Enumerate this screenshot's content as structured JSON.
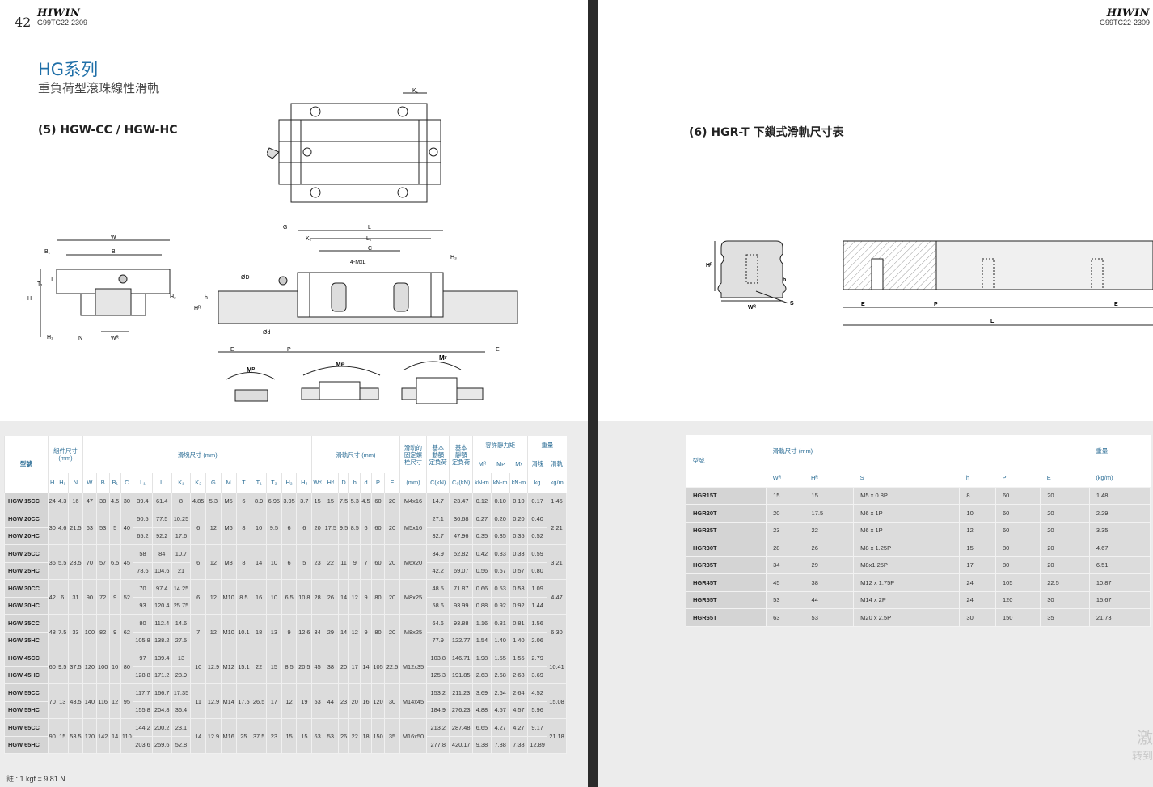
{
  "brand": "HIWIN",
  "doc_code": "G99TC22-2309",
  "left_page": {
    "page_number": "42",
    "series_title": "HG系列",
    "series_subtitle": "重負荷型滾珠線性滑軌",
    "section_title": "(5) HGW-CC / HGW-HC",
    "drawing_labels": {
      "k1": "K₁",
      "w": "W",
      "b": "B",
      "b1": "B₁",
      "t": "T",
      "t1": "T₁",
      "h": "H",
      "h1": "H₁",
      "h2": "H₂",
      "h3": "H₃",
      "n": "N",
      "wr": "Wᴿ",
      "g": "G",
      "l": "L",
      "l1": "L₁",
      "k2": "K₂",
      "c": "C",
      "mxl": "4-MxL",
      "od": "ØD",
      "hr": "Hᴿ",
      "h_small": "h",
      "odsmall": "Ød",
      "e": "E",
      "p": "P",
      "mr": "Mᴿ",
      "mp": "Mᴘ",
      "my": "Mʸ"
    },
    "table": {
      "model_header": "型號",
      "group_headers": {
        "assembly": "組件尺寸\n(mm)",
        "block": "滑塊尺寸 (mm)",
        "rail": "滑軌尺寸 (mm)",
        "bolt": "滑軌的\n固定螺\n栓尺寸",
        "dyn": "基本\n動額\n定負荷",
        "stat": "基本\n靜額\n定負荷",
        "moment": "容許靜力矩",
        "weight": "重量"
      },
      "moment_sub": [
        "Mᴿ",
        "Mᴘ",
        "Mʸ"
      ],
      "weight_sub": [
        "滑塊",
        "滑軌"
      ],
      "columns": [
        "H",
        "H₁",
        "N",
        "W",
        "B",
        "B₁",
        "C",
        "L₁",
        "L",
        "K₁",
        "K₂",
        "G",
        "M",
        "T",
        "T₁",
        "T₂",
        "H₂",
        "H₃",
        "Wᴿ",
        "Hᴿ",
        "D",
        "h",
        "d",
        "P",
        "E",
        "(mm)",
        "C(kN)",
        "C₀(kN)",
        "kN-m",
        "kN-m",
        "kN-m",
        "kg",
        "kg/m"
      ],
      "rows": [
        {
          "model": "HGW 15CC",
          "v": [
            "24",
            "4.3",
            "16",
            "47",
            "38",
            "4.5",
            "30",
            "39.4",
            "61.4",
            "8",
            "4.85",
            "5.3",
            "M5",
            "6",
            "8.9",
            "6.95",
            "3.95",
            "3.7",
            "15",
            "15",
            "7.5",
            "5.3",
            "4.5",
            "60",
            "20",
            "M4x16",
            "14.7",
            "23.47",
            "0.12",
            "0.10",
            "0.10",
            "0.17",
            "1.45"
          ]
        },
        {
          "model": "HGW 20CC",
          "v": [
            "30",
            "4.6",
            "21.5",
            "63",
            "53",
            "5",
            "40",
            "50.5",
            "77.5",
            "10.25",
            "6",
            "12",
            "M6",
            "8",
            "10",
            "9.5",
            "6",
            "6",
            "20",
            "17.5",
            "9.5",
            "8.5",
            "6",
            "60",
            "20",
            "M5x16",
            "27.1",
            "36.68",
            "0.27",
            "0.20",
            "0.20",
            "0.40",
            "2.21"
          ]
        },
        {
          "model": "HGW 20HC",
          "v": [
            "",
            "",
            "",
            "",
            "",
            "",
            "",
            "65.2",
            "92.2",
            "17.6",
            "",
            "",
            "",
            "",
            "",
            "",
            "",
            "",
            "",
            "",
            "",
            "",
            "",
            "",
            "",
            "",
            "32.7",
            "47.96",
            "0.35",
            "0.35",
            "0.35",
            "0.52",
            ""
          ]
        },
        {
          "model": "HGW 25CC",
          "v": [
            "36",
            "5.5",
            "23.5",
            "70",
            "57",
            "6.5",
            "45",
            "58",
            "84",
            "10.7",
            "6",
            "12",
            "M8",
            "8",
            "14",
            "10",
            "6",
            "5",
            "23",
            "22",
            "11",
            "9",
            "7",
            "60",
            "20",
            "M6x20",
            "34.9",
            "52.82",
            "0.42",
            "0.33",
            "0.33",
            "0.59",
            "3.21"
          ]
        },
        {
          "model": "HGW 25HC",
          "v": [
            "",
            "",
            "",
            "",
            "",
            "",
            "",
            "78.6",
            "104.6",
            "21",
            "",
            "",
            "",
            "",
            "",
            "",
            "",
            "",
            "",
            "",
            "",
            "",
            "",
            "",
            "",
            "",
            "42.2",
            "69.07",
            "0.56",
            "0.57",
            "0.57",
            "0.80",
            ""
          ]
        },
        {
          "model": "HGW 30CC",
          "v": [
            "42",
            "6",
            "31",
            "90",
            "72",
            "9",
            "52",
            "70",
            "97.4",
            "14.25",
            "6",
            "12",
            "M10",
            "8.5",
            "16",
            "10",
            "6.5",
            "10.8",
            "28",
            "26",
            "14",
            "12",
            "9",
            "80",
            "20",
            "M8x25",
            "48.5",
            "71.87",
            "0.66",
            "0.53",
            "0.53",
            "1.09",
            "4.47"
          ]
        },
        {
          "model": "HGW 30HC",
          "v": [
            "",
            "",
            "",
            "",
            "",
            "",
            "",
            "93",
            "120.4",
            "25.75",
            "",
            "",
            "",
            "",
            "",
            "",
            "",
            "",
            "",
            "",
            "",
            "",
            "",
            "",
            "",
            "",
            "58.6",
            "93.99",
            "0.88",
            "0.92",
            "0.92",
            "1.44",
            ""
          ]
        },
        {
          "model": "HGW 35CC",
          "v": [
            "48",
            "7.5",
            "33",
            "100",
            "82",
            "9",
            "62",
            "80",
            "112.4",
            "14.6",
            "7",
            "12",
            "M10",
            "10.1",
            "18",
            "13",
            "9",
            "12.6",
            "34",
            "29",
            "14",
            "12",
            "9",
            "80",
            "20",
            "M8x25",
            "64.6",
            "93.88",
            "1.16",
            "0.81",
            "0.81",
            "1.56",
            "6.30"
          ]
        },
        {
          "model": "HGW 35HC",
          "v": [
            "",
            "",
            "",
            "",
            "",
            "",
            "",
            "105.8",
            "138.2",
            "27.5",
            "",
            "",
            "",
            "",
            "",
            "",
            "",
            "",
            "",
            "",
            "",
            "",
            "",
            "",
            "",
            "",
            "77.9",
            "122.77",
            "1.54",
            "1.40",
            "1.40",
            "2.06",
            ""
          ]
        },
        {
          "model": "HGW 45CC",
          "v": [
            "60",
            "9.5",
            "37.5",
            "120",
            "100",
            "10",
            "80",
            "97",
            "139.4",
            "13",
            "10",
            "12.9",
            "M12",
            "15.1",
            "22",
            "15",
            "8.5",
            "20.5",
            "45",
            "38",
            "20",
            "17",
            "14",
            "105",
            "22.5",
            "M12x35",
            "103.8",
            "146.71",
            "1.98",
            "1.55",
            "1.55",
            "2.79",
            "10.41"
          ]
        },
        {
          "model": "HGW 45HC",
          "v": [
            "",
            "",
            "",
            "",
            "",
            "",
            "",
            "128.8",
            "171.2",
            "28.9",
            "",
            "",
            "",
            "",
            "",
            "",
            "",
            "",
            "",
            "",
            "",
            "",
            "",
            "",
            "",
            "",
            "125.3",
            "191.85",
            "2.63",
            "2.68",
            "2.68",
            "3.69",
            ""
          ]
        },
        {
          "model": "HGW 55CC",
          "v": [
            "70",
            "13",
            "43.5",
            "140",
            "116",
            "12",
            "95",
            "117.7",
            "166.7",
            "17.35",
            "11",
            "12.9",
            "M14",
            "17.5",
            "26.5",
            "17",
            "12",
            "19",
            "53",
            "44",
            "23",
            "20",
            "16",
            "120",
            "30",
            "M14x45",
            "153.2",
            "211.23",
            "3.69",
            "2.64",
            "2.64",
            "4.52",
            "15.08"
          ]
        },
        {
          "model": "HGW 55HC",
          "v": [
            "",
            "",
            "",
            "",
            "",
            "",
            "",
            "155.8",
            "204.8",
            "36.4",
            "",
            "",
            "",
            "",
            "",
            "",
            "",
            "",
            "",
            "",
            "",
            "",
            "",
            "",
            "",
            "",
            "184.9",
            "276.23",
            "4.88",
            "4.57",
            "4.57",
            "5.96",
            ""
          ]
        },
        {
          "model": "HGW 65CC",
          "v": [
            "90",
            "15",
            "53.5",
            "170",
            "142",
            "14",
            "110",
            "144.2",
            "200.2",
            "23.1",
            "14",
            "12.9",
            "M16",
            "25",
            "37.5",
            "23",
            "15",
            "15",
            "63",
            "53",
            "26",
            "22",
            "18",
            "150",
            "35",
            "M16x50",
            "213.2",
            "287.48",
            "6.65",
            "4.27",
            "4.27",
            "9.17",
            "21.18"
          ]
        },
        {
          "model": "HGW 65HC",
          "v": [
            "",
            "",
            "",
            "",
            "",
            "",
            "",
            "203.6",
            "259.6",
            "52.8",
            "",
            "",
            "",
            "",
            "",
            "",
            "",
            "",
            "",
            "",
            "",
            "",
            "",
            "",
            "",
            "",
            "277.8",
            "420.17",
            "9.38",
            "7.38",
            "7.38",
            "12.89",
            ""
          ]
        }
      ],
      "footnote": "註 : 1 kgf = 9.81 N"
    }
  },
  "right_page": {
    "section_title": "(6) HGR-T 下鎖式滑軌尺寸表",
    "drawing_labels": {
      "hr": "Hᴿ",
      "h": "h",
      "wr": "Wᴿ",
      "s": "S",
      "e": "E",
      "p": "P",
      "l": "L"
    },
    "table": {
      "model_header": "型號",
      "rail_header": "滑軌尺寸 (mm)",
      "weight_header": "重量",
      "columns": [
        "Wᴿ",
        "Hᴿ",
        "S",
        "h",
        "P",
        "E",
        "(kg/m)"
      ],
      "rows": [
        {
          "model": "HGR15T",
          "v": [
            "15",
            "15",
            "M5 x 0.8P",
            "8",
            "60",
            "20",
            "1.48"
          ]
        },
        {
          "model": "HGR20T",
          "v": [
            "20",
            "17.5",
            "M6 x 1P",
            "10",
            "60",
            "20",
            "2.29"
          ]
        },
        {
          "model": "HGR25T",
          "v": [
            "23",
            "22",
            "M6 x 1P",
            "12",
            "60",
            "20",
            "3.35"
          ]
        },
        {
          "model": "HGR30T",
          "v": [
            "28",
            "26",
            "M8 x 1.25P",
            "15",
            "80",
            "20",
            "4.67"
          ]
        },
        {
          "model": "HGR35T",
          "v": [
            "34",
            "29",
            "M8x1.25P",
            "17",
            "80",
            "20",
            "6.51"
          ]
        },
        {
          "model": "HGR45T",
          "v": [
            "45",
            "38",
            "M12 x 1.75P",
            "24",
            "105",
            "22.5",
            "10.87"
          ]
        },
        {
          "model": "HGR55T",
          "v": [
            "53",
            "44",
            "M14 x 2P",
            "24",
            "120",
            "30",
            "15.67"
          ]
        },
        {
          "model": "HGR65T",
          "v": [
            "63",
            "53",
            "M20 x 2.5P",
            "30",
            "150",
            "35",
            "21.73"
          ]
        }
      ]
    },
    "watermark": [
      "激",
      "转到"
    ]
  }
}
